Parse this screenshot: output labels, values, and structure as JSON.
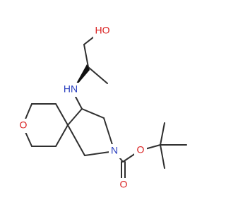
{
  "structure": {
    "atoms": {
      "hydroxyl_oxygen": "HO",
      "amine_nitrogen": "HN",
      "ring_oxygen": "O",
      "ring_nitrogen": "N",
      "ester_oxygen": "O",
      "carbonyl_oxygen": "O"
    }
  },
  "colors": {
    "oxygen": "#d91e1e",
    "nitrogen": "#2a3fbf",
    "bond": "#2f2f2f"
  }
}
